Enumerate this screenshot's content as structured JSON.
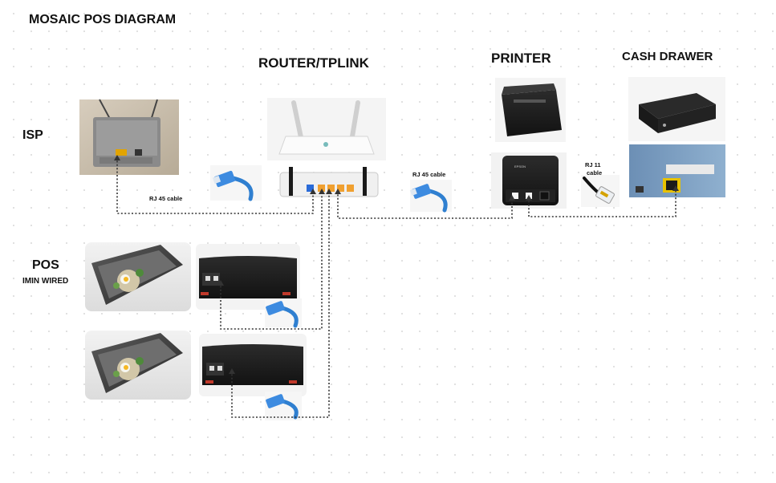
{
  "diagram": {
    "title": "MOSAIC POS DIAGRAM",
    "headings": {
      "router": "ROUTER/TPLINK",
      "printer": "PRINTER",
      "cash_drawer": "CASH DRAWER",
      "isp": "ISP",
      "pos": "POS",
      "pos_sub": "IMIN WIRED"
    },
    "cable_labels": {
      "isp_cable": "RJ 45 cable",
      "printer_cable": "RJ 45 cable",
      "drawer_cable_line1": "RJ 11",
      "drawer_cable_line2": "cable"
    },
    "device_text": {
      "printer_brand": "EPSON"
    },
    "colors": {
      "connector": "#333333",
      "cable_blue": "#2f7fd0",
      "port_orange": "#f0a030",
      "port_blue": "#2a6bd8",
      "device_dark": "#1b1b1b"
    }
  }
}
